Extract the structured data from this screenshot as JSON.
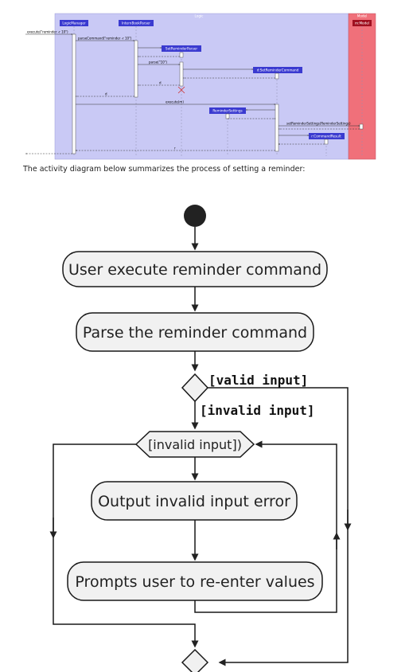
{
  "sequence": {
    "lanes": {
      "logic": "Logic",
      "model": "Model"
    },
    "participants": {
      "logic_manager": "LogicManager",
      "internbook_parser": "InternBookParser",
      "set_reminder_parser": "SetReminderParser",
      "set_reminder_command": "d:SetReminderCommand",
      "reminder_settings": "ReminderSettings",
      "command_result": "r:CommandResult",
      "model": "m:Model"
    },
    "messages": {
      "execute": "execute(\"reminder -r 10\")",
      "parse_command": "parseCommand(\"reminder -r 10\")",
      "parse": "parse(\"10\")",
      "return_d": "d",
      "execute_m": "execute(m)",
      "set_settings": "setReminderSettings(ReminderSettings)",
      "return_r": "r"
    }
  },
  "caption": "The activity diagram below summarizes the process of setting a reminder:",
  "activity": {
    "step_execute": "User execute reminder command",
    "step_parse": "Parse the reminder command",
    "guard_valid": "[valid input]",
    "guard_invalid": "[invalid input]",
    "loop_condition": "[invalid input])",
    "step_output_error": "Output invalid input error",
    "step_prompt": "Prompts user to re-enter values"
  },
  "colors": {
    "logic_lane": "#c9c9f5",
    "model_lane": "#f0707a",
    "participant_box": "#3a3ad0",
    "activity_fill": "#f1f1f1",
    "activity_stroke": "#181818"
  }
}
